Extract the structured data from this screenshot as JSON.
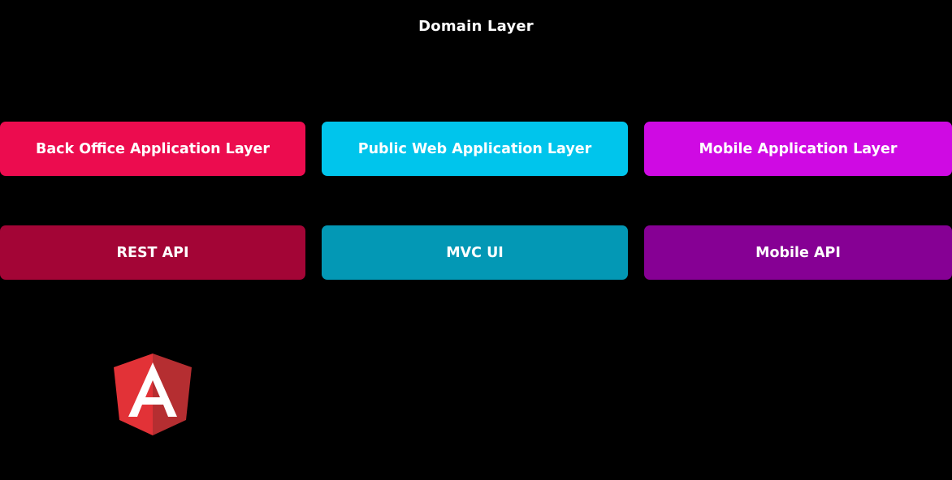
{
  "top": {
    "title": "Domain Layer"
  },
  "application_layers": [
    {
      "label": "Back Office Application Layer",
      "color": "#ec0c4f"
    },
    {
      "label": "Public Web Application Layer",
      "color": "#00c5ec"
    },
    {
      "label": "Mobile Application Layer",
      "color": "#cf0ae3"
    }
  ],
  "api_layers": [
    {
      "label": "REST API",
      "color": "#a30536"
    },
    {
      "label": "MVC UI",
      "color": "#0398b5"
    },
    {
      "label": "Mobile API",
      "color": "#860094"
    }
  ],
  "logo": {
    "icon": "angular-icon",
    "colors": {
      "left": "#e23237",
      "right": "#b52e31",
      "letter": "#ffffff"
    }
  }
}
